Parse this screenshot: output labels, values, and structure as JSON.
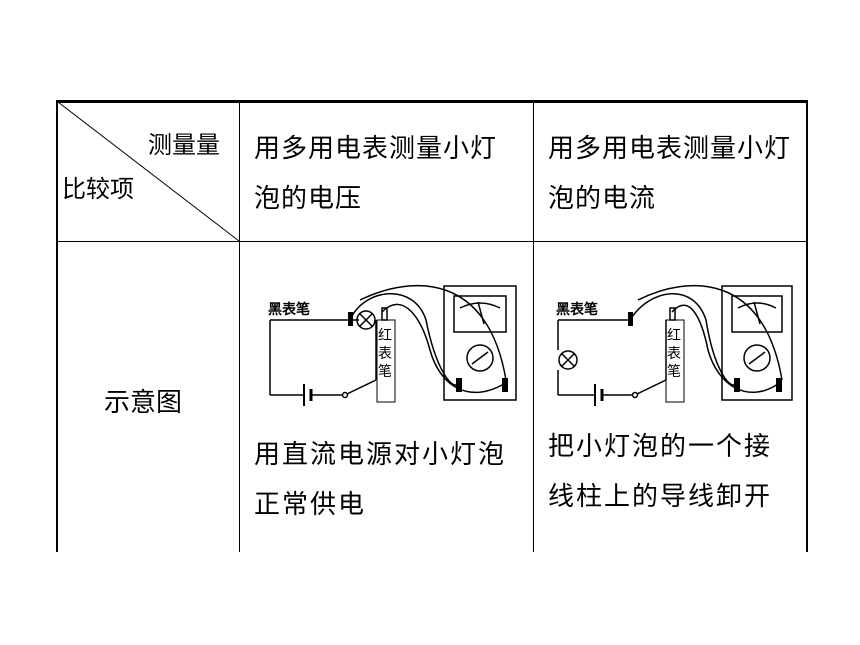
{
  "table": {
    "header": {
      "corner_top": "测量量",
      "corner_bottom": "比较项",
      "col1": "用多用电表测量小灯泡的电压",
      "col2": "用多用电表测量小灯泡的电流"
    },
    "row": {
      "label": "示意图",
      "col1_caption": "用直流电源对小灯泡正常供电",
      "col2_caption": "把小灯泡的一个接线柱上的导线卸开"
    }
  },
  "diagram_voltage": {
    "black_probe": "黑表笔",
    "red_probe_1": "红",
    "red_probe_2": "表",
    "red_probe_3": "笔"
  },
  "diagram_current": {
    "black_probe": "黑表笔",
    "red_probe_1": "红",
    "red_probe_2": "表",
    "red_probe_3": "笔"
  }
}
